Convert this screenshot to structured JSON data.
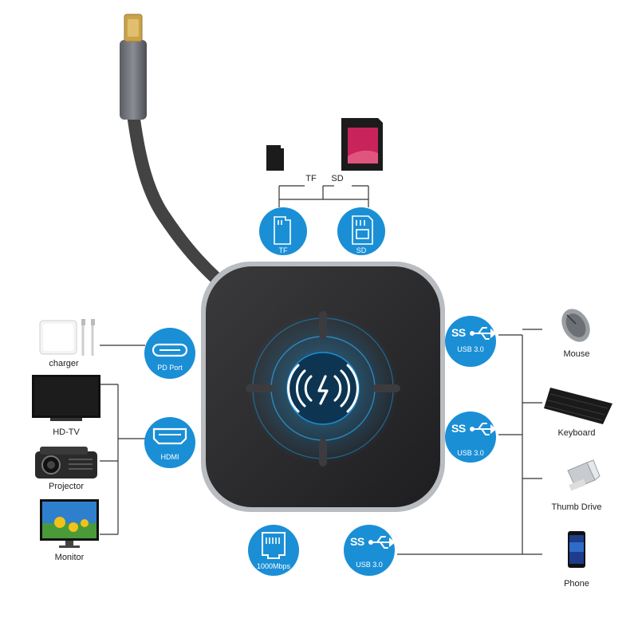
{
  "colors": {
    "accent": "#1a8fd6",
    "hub_body": "#2b2b2d",
    "hub_rim": "#9aa0a6",
    "line": "#333333",
    "card_red": "#c8235a"
  },
  "card_labels": {
    "tf": "TF",
    "sd": "SD"
  },
  "ports": {
    "tf": {
      "label": "TF",
      "icon": "microsd-card-icon"
    },
    "sd": {
      "label": "SD",
      "icon": "sd-card-icon"
    },
    "pd": {
      "label": "PD Port",
      "icon": "usb-c-port-icon"
    },
    "hdmi": {
      "label": "HDMI",
      "icon": "hdmi-port-icon"
    },
    "ethernet": {
      "label": "1000Mbps",
      "icon": "ethernet-port-icon"
    },
    "usb_right_1": {
      "mark": "SS",
      "label": "USB 3.0",
      "icon": "usb-icon"
    },
    "usb_right_2": {
      "mark": "SS",
      "label": "USB 3.0",
      "icon": "usb-icon"
    },
    "usb_bottom": {
      "mark": "SS",
      "label": "USB 3.0",
      "icon": "usb-icon"
    }
  },
  "devices_left": [
    {
      "label": "charger",
      "icon": "charger-icon"
    },
    {
      "label": "HD-TV",
      "icon": "tv-icon"
    },
    {
      "label": "Projector",
      "icon": "projector-icon"
    },
    {
      "label": "Monitor",
      "icon": "monitor-icon"
    }
  ],
  "devices_right": [
    {
      "label": "Mouse",
      "icon": "mouse-icon"
    },
    {
      "label": "Keyboard",
      "icon": "keyboard-icon"
    },
    {
      "label": "Thumb Drive",
      "icon": "thumb-drive-icon"
    },
    {
      "label": "Phone",
      "icon": "phone-icon"
    }
  ],
  "center_icon": "wireless-charging-icon"
}
